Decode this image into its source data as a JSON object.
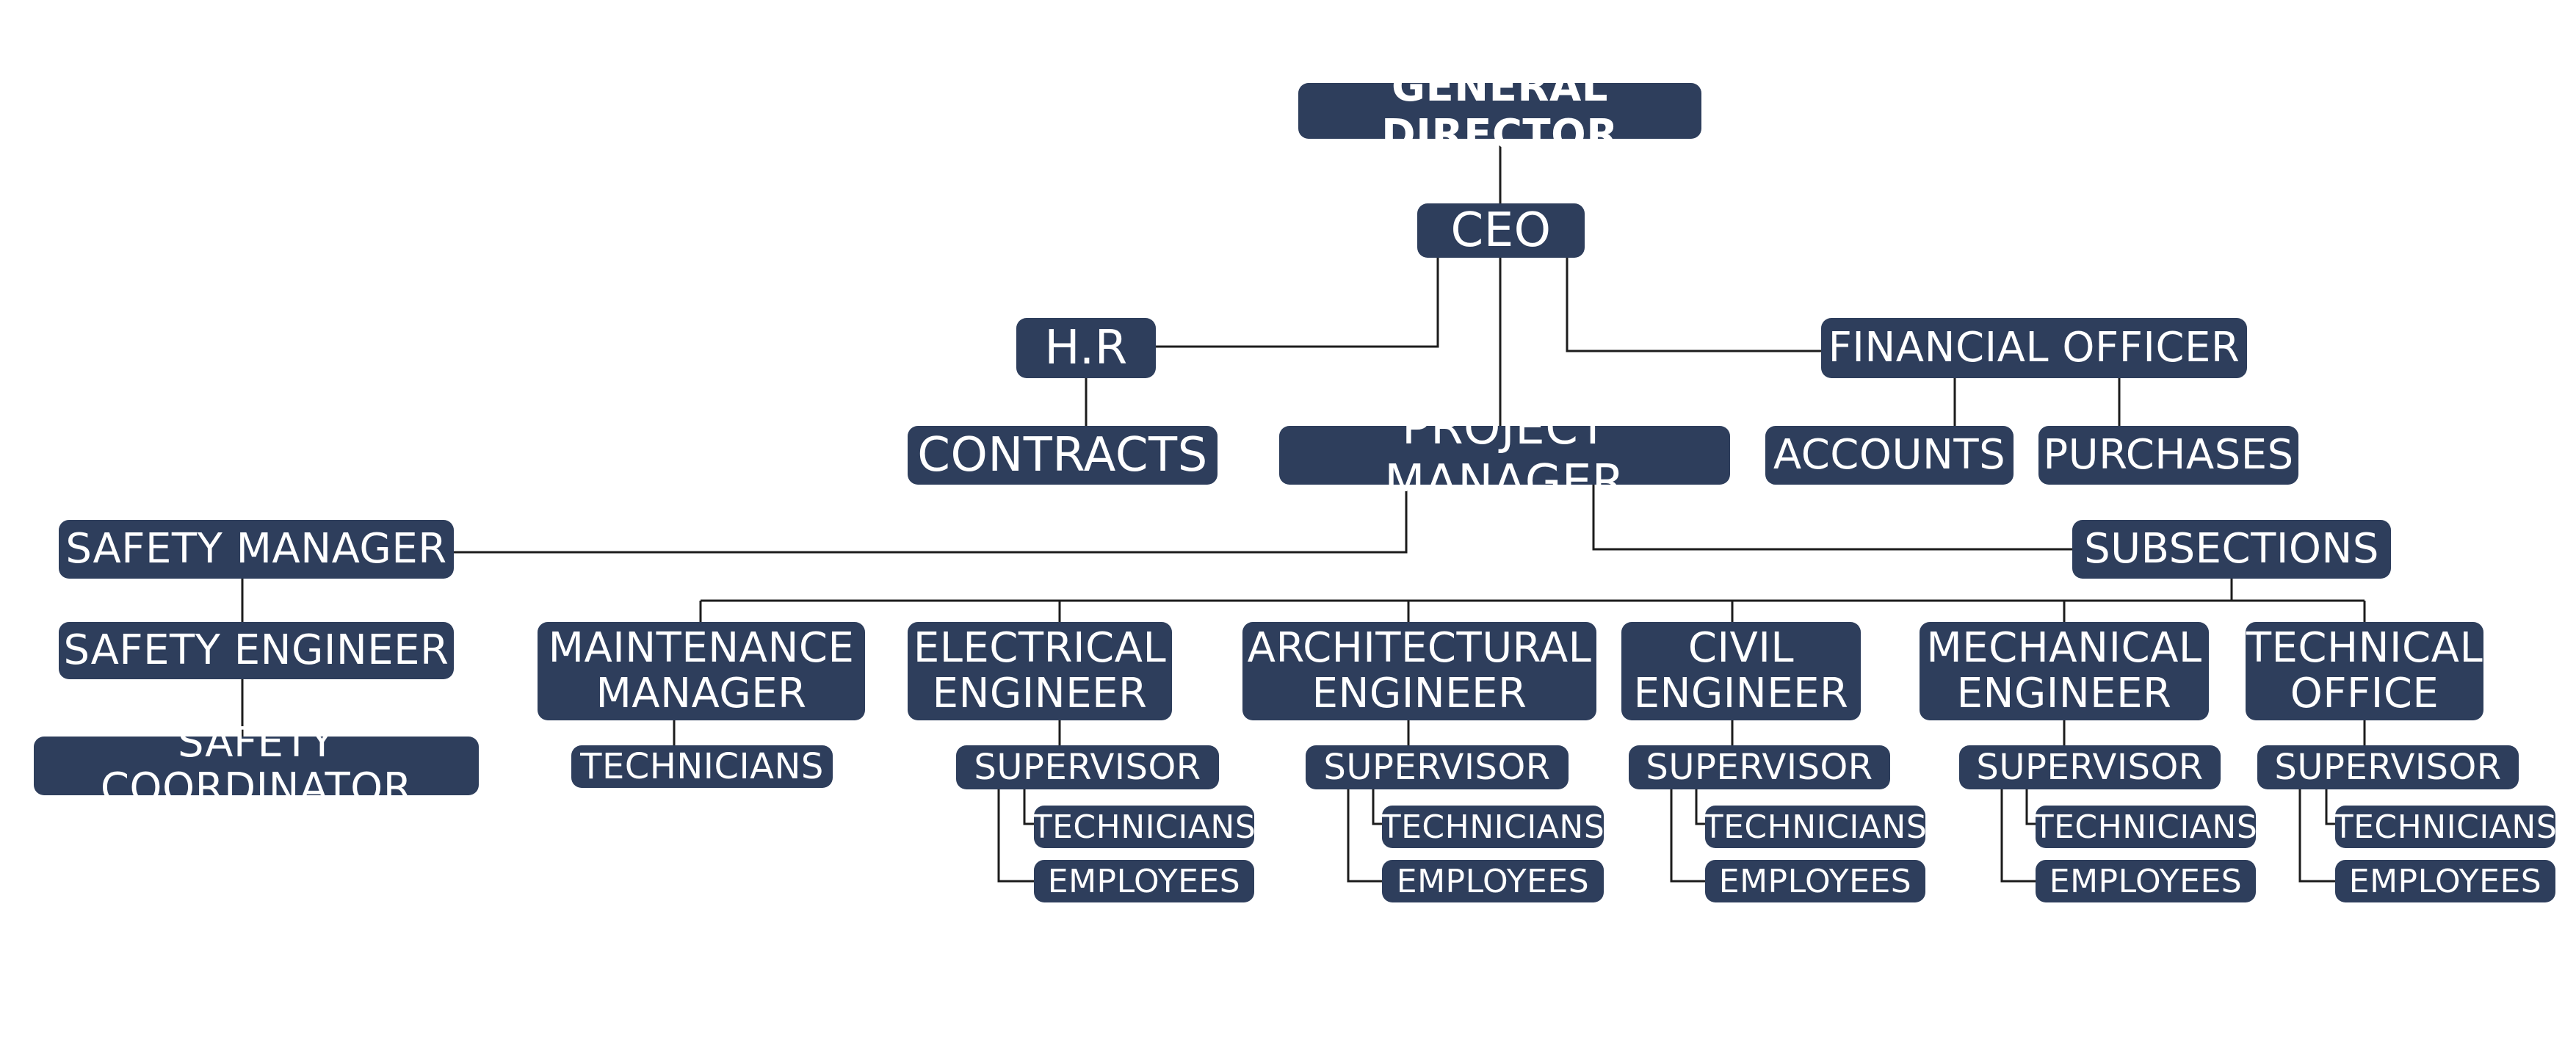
{
  "diagram": {
    "line_color": "#1c1c1c",
    "box_color": "#2e3e5c",
    "text_color": "#ffffff",
    "nodes": {
      "general_director": "GENERAL DIRECTOR",
      "ceo": "CEO",
      "hr": "H.R",
      "contracts": "CONTRACTS",
      "project_manager": "PROJECT MANAGER",
      "financial_officer": "FINANCIAL OFFICER",
      "accounts": "ACCOUNTS",
      "purchases": "PURCHASES",
      "safety_manager": "SAFETY MANAGER",
      "safety_engineer": "SAFETY ENGINEER",
      "safety_coordinator": "SAFETY COORDINATOR",
      "subsections": "SUBSECTIONS",
      "maintenance_manager": "MAINTENANCE\nMANAGER",
      "maintenance_technicians": "TECHNICIANS",
      "electrical_engineer": "ELECTRICAL\nENGINEER",
      "electrical_supervisor": "SUPERVISOR",
      "electrical_technicians": "TECHNICIANS",
      "electrical_employees": "EMPLOYEES",
      "architectural_engineer": "ARCHITECTURAL\nENGINEER",
      "architectural_supervisor": "SUPERVISOR",
      "architectural_technicians": "TECHNICIANS",
      "architectural_employees": "EMPLOYEES",
      "civil_engineer": "CIVIL\nENGINEER",
      "civil_supervisor": "SUPERVISOR",
      "civil_technicians": "TECHNICIANS",
      "civil_employees": "EMPLOYEES",
      "mechanical_engineer": "MECHANICAL\nENGINEER",
      "mechanical_supervisor": "SUPERVISOR",
      "mechanical_technicians": "TECHNICIANS",
      "mechanical_employees": "EMPLOYEES",
      "technical_office": "TECHNICAL\nOFFICE",
      "technical_supervisor": "SUPERVISOR",
      "technical_technicians": "TECHNICIANS",
      "technical_employees": "EMPLOYEES"
    }
  }
}
